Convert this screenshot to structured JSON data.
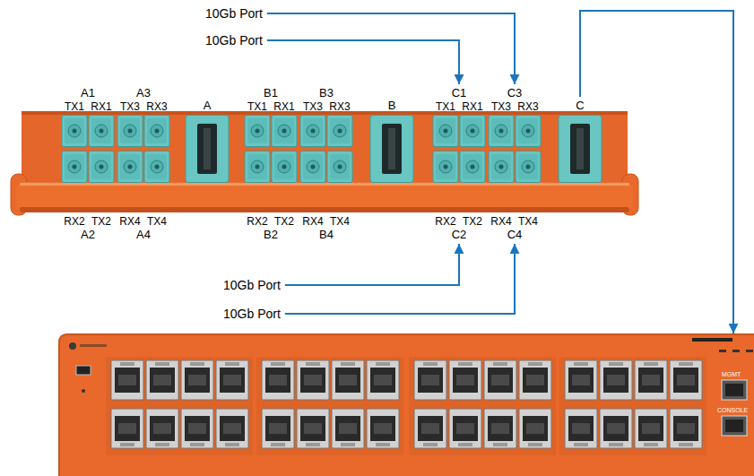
{
  "diagram": {
    "nodes": [
      {
        "text": [
          "10Gb Port"
        ]
      },
      {
        "text": [
          "10Gb Port"
        ]
      },
      {
        "text": [
          "A1",
          "TX1",
          "RX1"
        ]
      },
      {
        "text": [
          "A3",
          "TX3",
          "RX3"
        ]
      },
      {
        "text": [
          "A"
        ]
      },
      {
        "text": [
          "B1",
          "TX1",
          "RX1"
        ]
      },
      {
        "text": [
          "B3",
          "TX3",
          "RX3"
        ]
      },
      {
        "text": [
          "B"
        ]
      },
      {
        "text": [
          "C1",
          "TX1",
          "RX1"
        ]
      },
      {
        "text": [
          "C3",
          "TX3",
          "RX3"
        ]
      },
      {
        "text": [
          "C"
        ]
      },
      {
        "text": [
          "RX2",
          "TX2",
          "A2"
        ]
      },
      {
        "text": [
          "RX4",
          "TX4",
          "A4"
        ]
      },
      {
        "text": [
          "RX2",
          "TX2",
          "B2"
        ]
      },
      {
        "text": [
          "RX4",
          "TX4",
          "B4"
        ]
      },
      {
        "text": [
          "RX2",
          "TX2",
          "C2"
        ]
      },
      {
        "text": [
          "RX4",
          "TX4",
          "C4"
        ]
      },
      {
        "text": [
          "10Gb Port"
        ]
      },
      {
        "text": [
          "10Gb Port"
        ]
      },
      {
        "text": [
          "MGMT",
          "CONSOLE"
        ]
      }
    ],
    "edges": [
      {
        "from": 0,
        "to": 9,
        "arrow": "to"
      },
      {
        "from": 1,
        "to": 8,
        "arrow": "to"
      },
      {
        "from": 17,
        "to": 15,
        "arrow": "to"
      },
      {
        "from": 18,
        "to": 16,
        "arrow": "to"
      },
      {
        "from": 10,
        "to": 19,
        "arrow": "to"
      }
    ]
  }
}
